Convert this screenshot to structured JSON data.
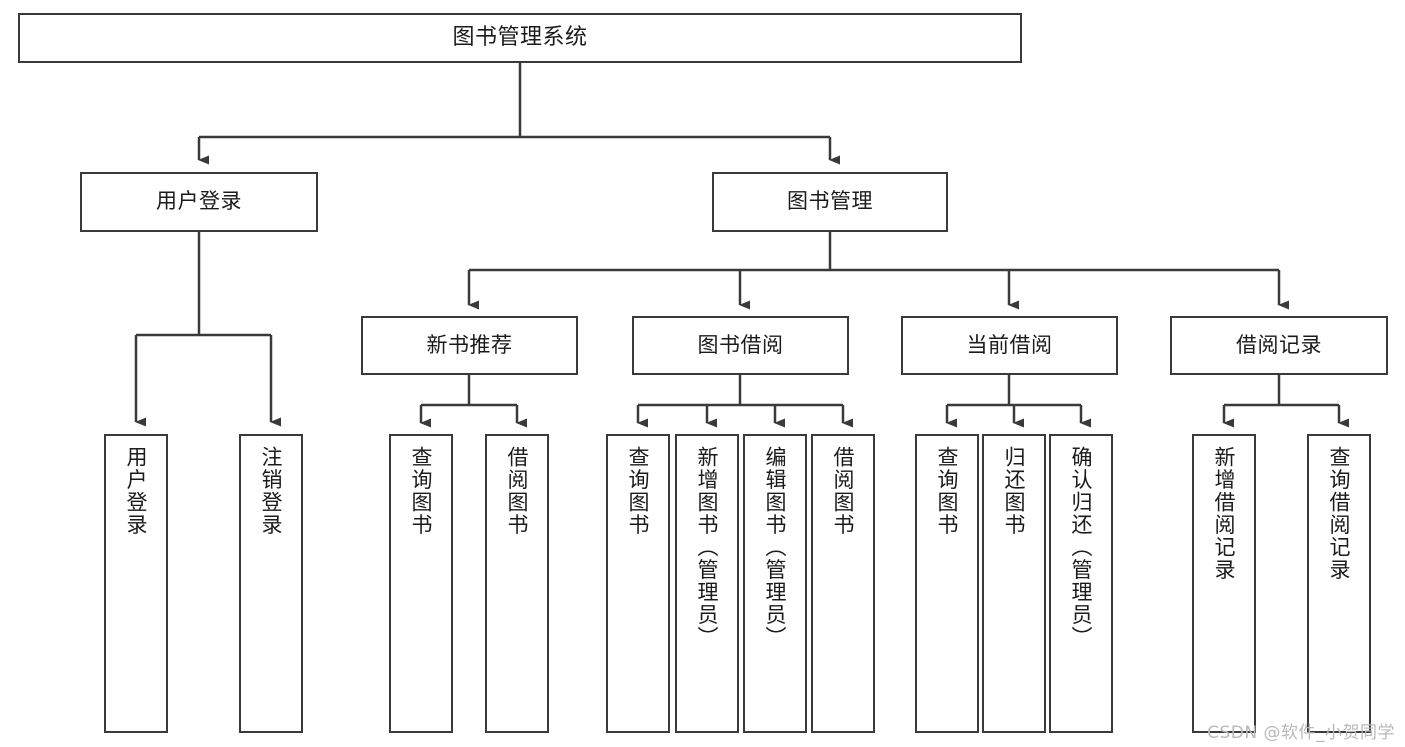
{
  "diagram": {
    "title": "图书管理系统",
    "type": "tree",
    "watermark": "CSDN @软件_小贺同学",
    "colors": {
      "node_border": "#3a3a3a",
      "node_fill": "#ffffff",
      "edge": "#3a3a3a",
      "text": "#1b1b1b",
      "watermark": "#b9b9b9",
      "background": "#ffffff"
    },
    "root": {
      "label": "图书管理系统"
    },
    "level1": [
      {
        "label": "用户登录"
      },
      {
        "label": "图书管理"
      }
    ],
    "level2": [
      {
        "label": "新书推荐"
      },
      {
        "label": "图书借阅"
      },
      {
        "label": "当前借阅"
      },
      {
        "label": "借阅记录"
      }
    ],
    "leaves": {
      "user_login": [
        {
          "label": "用户登录"
        },
        {
          "label": "注销登录"
        }
      ],
      "new_book_recommend": [
        {
          "label": "查询图书"
        },
        {
          "label": "借阅图书"
        }
      ],
      "book_borrow": [
        {
          "label": "查询图书"
        },
        {
          "label": "新增图书（管理员）"
        },
        {
          "label": "编辑图书（管理员）"
        },
        {
          "label": "借阅图书"
        }
      ],
      "current_borrow": [
        {
          "label": "查询图书"
        },
        {
          "label": "归还图书"
        },
        {
          "label": "确认归还（管理员）"
        }
      ],
      "borrow_record": [
        {
          "label": "新增借阅记录"
        },
        {
          "label": "查询借阅记录"
        }
      ]
    }
  }
}
